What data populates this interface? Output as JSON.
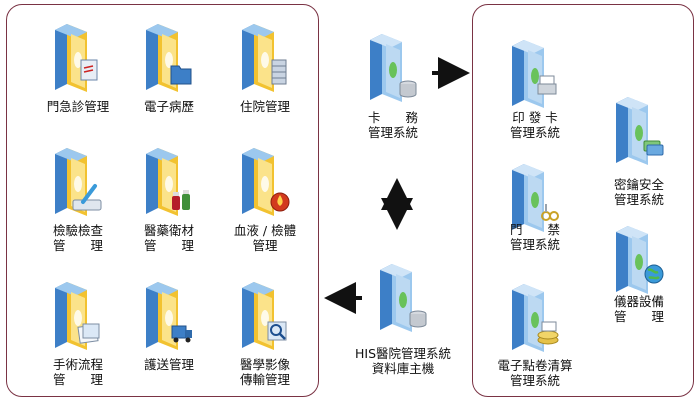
{
  "left_group": {
    "items": [
      {
        "id": "outpatient",
        "line1": "門急診管理",
        "line2": "",
        "overlay": "clipboard"
      },
      {
        "id": "emr",
        "line1": "電子病歷",
        "line2": "",
        "overlay": "folder"
      },
      {
        "id": "inpatient",
        "line1": "住院管理",
        "line2": "",
        "overlay": "server-stack"
      },
      {
        "id": "lab",
        "line1": "檢驗檢查",
        "line2": "管　　理",
        "overlay": "test-tube"
      },
      {
        "id": "pharmacy",
        "line1": "醫藥衛材",
        "line2": "管　　理",
        "overlay": "bottles"
      },
      {
        "id": "blood",
        "line1": "血液 / 檢體",
        "line2": "管理",
        "overlay": "blood-drop"
      },
      {
        "id": "surgery",
        "line1": "手術流程",
        "line2": "管　　理",
        "overlay": "documents"
      },
      {
        "id": "transport",
        "line1": "護送管理",
        "line2": "",
        "overlay": "truck"
      },
      {
        "id": "imaging",
        "line1": "醫學影像",
        "line2": "傳輸管理",
        "overlay": "magnifier"
      }
    ]
  },
  "center": {
    "card": {
      "line1": "卡　　務",
      "line2": "管理系統",
      "overlay": "database"
    },
    "his": {
      "line1": "HIS醫院管理系統",
      "line2": "資料庫主機",
      "overlay": "database"
    }
  },
  "right_group": {
    "items": [
      {
        "id": "card-issue",
        "line1": "印 發 卡",
        "line2": "管理系統",
        "overlay": "printer"
      },
      {
        "id": "access",
        "line1": "門　　禁",
        "line2": "管理系統",
        "overlay": "keys"
      },
      {
        "id": "billing",
        "line1": "電子點卷清算",
        "line2": "管理系統",
        "overlay": "coins"
      },
      {
        "id": "key-security",
        "line1": "密鑰安全",
        "line2": "管理系統",
        "overlay": "cards"
      },
      {
        "id": "equipment",
        "line1": "儀器設備",
        "line2": "管　　理",
        "overlay": "globe"
      }
    ]
  },
  "colors": {
    "panel_border": "#7a3344",
    "server_blue": "#3d7fc7",
    "server_blue_light": "#9cc8ee",
    "server_yellow": "#f2c230",
    "arrow": "#111111"
  }
}
